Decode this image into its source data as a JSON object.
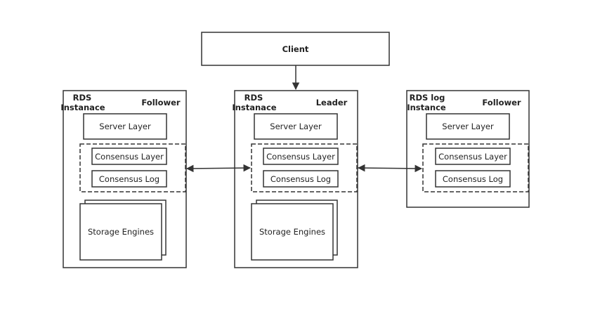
{
  "client": {
    "label": "Client"
  },
  "nodes": [
    {
      "name_line1": "RDS",
      "name_line2": "Instanace",
      "role": "Follower",
      "server_layer": "Server Layer",
      "consensus_layer": "Consensus Layer",
      "consensus_log": "Consensus Log",
      "storage_engines": "Storage Engines"
    },
    {
      "name_line1": "RDS",
      "name_line2": "Instanace",
      "role": "Leader",
      "server_layer": "Server Layer",
      "consensus_layer": "Consensus Layer",
      "consensus_log": "Consensus Log",
      "storage_engines": "Storage Engines"
    },
    {
      "name_line1": "RDS log",
      "name_line2": "Instance",
      "role": "Follower",
      "server_layer": "Server Layer",
      "consensus_layer": "Consensus Layer",
      "consensus_log": "Consensus Log"
    }
  ]
}
